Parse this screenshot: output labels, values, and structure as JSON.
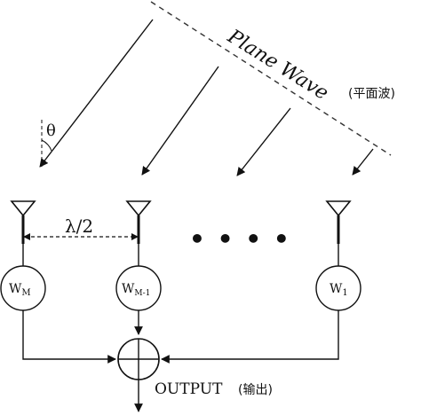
{
  "wave": {
    "label": "Plane Wave",
    "label_cn": "(平面波)"
  },
  "angle_label": "θ",
  "spacing_label": "λ/2",
  "ellipsis": "• • • •",
  "weights": [
    {
      "base": "W",
      "sub": "M"
    },
    {
      "base": "W",
      "sub": "M-1"
    },
    {
      "base": "W",
      "sub": "1"
    }
  ],
  "output": {
    "label": "OUTPUT",
    "label_cn": "(输出)"
  },
  "colors": {
    "line": "#111111",
    "dashed": "#333333"
  }
}
